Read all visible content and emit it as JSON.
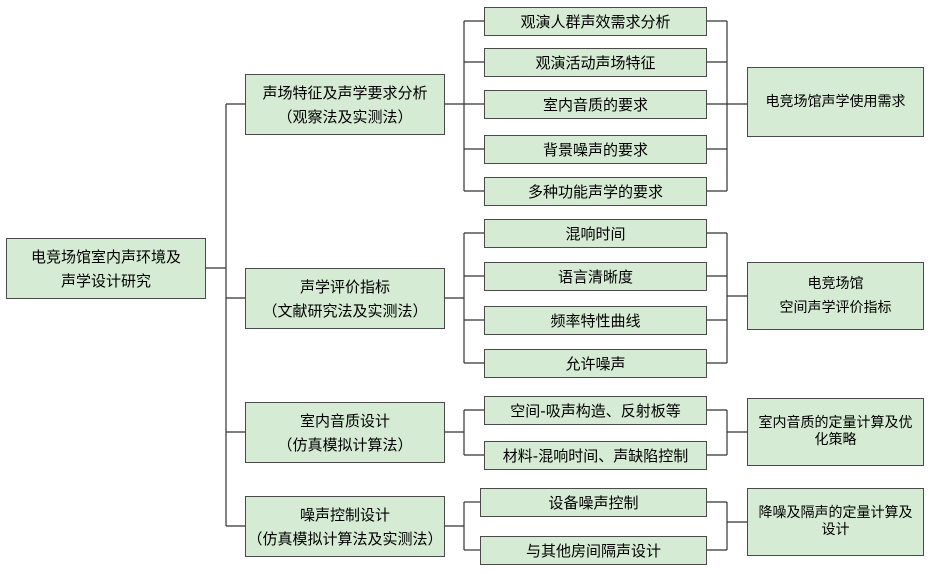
{
  "root": {
    "line1": "电竞场馆室内声环境及",
    "line2": "声学设计研究"
  },
  "branches": [
    {
      "title": "声场特征及声学要求分析",
      "method": "（观察法及实测法）",
      "items": [
        "观演人群声效需求分析",
        "观演活动声场特征",
        "室内音质的要求",
        "背景噪声的要求",
        "多种功能声学的要求"
      ],
      "outcome": [
        "电竞场馆声学使用需求"
      ]
    },
    {
      "title": "声学评价指标",
      "method": "（文献研究法及实测法）",
      "items": [
        "混响时间",
        "语言清晰度",
        "频率特性曲线",
        "允许噪声"
      ],
      "outcome": [
        "电竞场馆",
        "空间声学评价指标"
      ]
    },
    {
      "title": "室内音质设计",
      "method": "（仿真模拟计算法）",
      "items": [
        "空间-吸声构造、反射板等",
        "材料-混响时间、声缺陷控制"
      ],
      "outcome": [
        "室内音质的定量计算及优",
        "化策略"
      ]
    },
    {
      "title": "噪声控制设计",
      "method": "（仿真模拟计算法及实测法）",
      "items": [
        "设备噪声控制",
        "与其他房间隔声设计"
      ],
      "outcome": [
        "降噪及隔声的定量计算及",
        "设计"
      ]
    }
  ]
}
